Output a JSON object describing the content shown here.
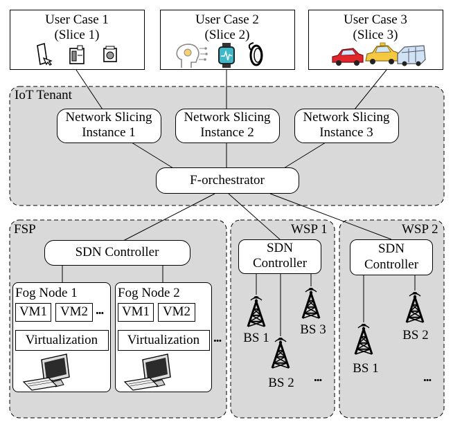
{
  "use_cases": [
    {
      "title": "User Case 1",
      "slice": "(Slice 1)"
    },
    {
      "title": "User Case 2",
      "slice": "(Slice 2)"
    },
    {
      "title": "User Case 3",
      "slice": "(Slice 3)"
    }
  ],
  "iot_tenant": {
    "label": "IoT Tenant",
    "slicing_instances": [
      {
        "line1": "Network Slicing",
        "line2": "Instance 1"
      },
      {
        "line1": "Network Slicing",
        "line2": "Instance 2"
      },
      {
        "line1": "Network Slicing",
        "line2": "Instance 3"
      }
    ],
    "orchestrator": "F-orchestrator"
  },
  "fsp": {
    "label": "FSP",
    "controller": "SDN Controller",
    "fog_nodes": [
      {
        "title": "Fog Node 1",
        "vms": [
          "VM1",
          "VM2"
        ],
        "virtualization": "Virtualization"
      },
      {
        "title": "Fog Node 2",
        "vms": [
          "VM1",
          "VM2"
        ],
        "virtualization": "Virtualization"
      }
    ],
    "ellipsis": "..."
  },
  "wsp1": {
    "label": "WSP 1",
    "controller_line1": "SDN",
    "controller_line2": "Controller",
    "base_stations": [
      "BS 1",
      "BS 2",
      "BS 3"
    ],
    "ellipsis": "..."
  },
  "wsp2": {
    "label": "WSP 2",
    "controller_line1": "SDN",
    "controller_line2": "Controller",
    "base_stations": [
      "BS 1",
      "BS 2"
    ],
    "ellipsis": "..."
  },
  "colors": {
    "region_fill": "#d9d9d9",
    "car_red": "#e0262b",
    "car_yellow": "#f5c842",
    "bus": "#cfe3f5",
    "watch": "#3fb8c9"
  }
}
